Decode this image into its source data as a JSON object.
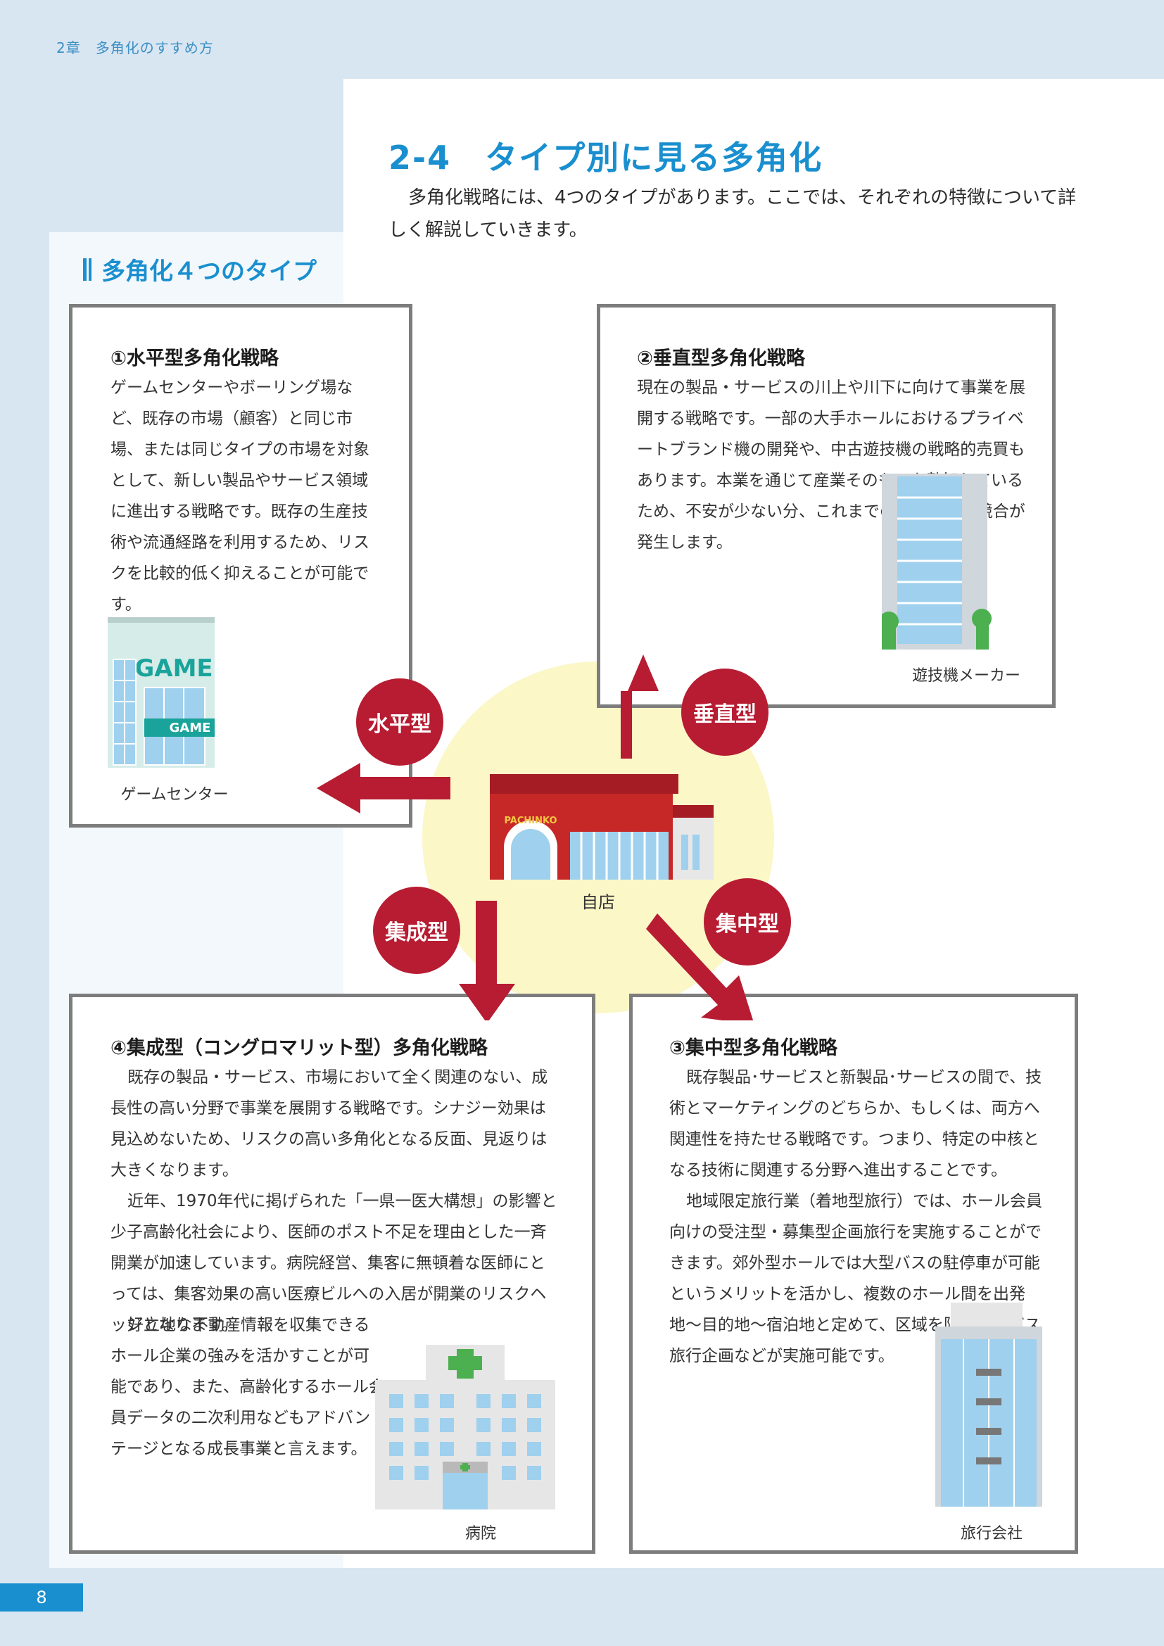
{
  "header": {
    "chapter": "2章　多角化のすすめ方"
  },
  "section": {
    "title": "2-4　タイプ別に見る多角化",
    "intro": "多角化戦略には、4つのタイプがあります。ここでは、それぞれの特徴について詳しく解説していきます。"
  },
  "subheading": "多角化４つのタイプ",
  "center": {
    "caption": "自店",
    "sign": "PACHINKO"
  },
  "badges": {
    "horizontal": "水平型",
    "vertical": "垂直型",
    "conglomerate": "集成型",
    "concentric": "集中型"
  },
  "box1": {
    "title": "①水平型多角化戦略",
    "body": "ゲームセンターやボーリング場など、既存の市場（顧客）と同じ市場、または同じタイプの市場を対象として、新しい製品やサービス領域に進出する戦略です。既存の生産技術や流通経路を利用するため、リスクを比較的低く抑えることが可能です。",
    "image_caption": "ゲームセンター",
    "sign_big": "GAME",
    "sign_small": "GAME"
  },
  "box2": {
    "title": "②垂直型多角化戦略",
    "body": "現在の製品・サービスの川上や川下に向けて事業を展開する戦略です。一部の大手ホールにおけるプライベートブランド機の開発や、中古遊技機の戦略的売買もあります。本業を通じて産業そのものを熟知しているため、不安が少ない分、これまでの仕入先との競合が発生します。",
    "image_caption": "遊技機メーカー"
  },
  "box3": {
    "title": "③集中型多角化戦略",
    "para1": "既存製品･サービスと新製品･サービスの間で、技術とマーケティングのどちらか、もしくは、両方へ関連性を持たせる戦略です。つまり、特定の中核となる技術に関連する分野へ進出することです。",
    "para2": "地域限定旅行業（着地型旅行）では、ホール会員向けの受注型・募集型企画旅行を実施することができます。郊外型ホールでは大型バスの駐停車が可能というメリットを活かし、複数のホール間を出発地〜目的地〜宿泊地と定めて、区域を限定したバス旅行企画などが実施可能です。",
    "image_caption": "旅行会社"
  },
  "box4": {
    "title": "④集成型（コングロマリット型）多角化戦略",
    "para1": "既存の製品・サービス、市場において全く関連のない、成長性の高い分野で事業を展開する戦略です。シナジー効果は見込めないため、リスクの高い多角化となる反面、見返りは大きくなります。",
    "para2": "近年、1970年代に掲げられた「一県一医大構想」の影響と少子高齢化社会により、医師のポスト不足を理由とした一斉開業が加速しています。病院経営、集客に無頓着な医師にとっては、集客効果の高い医療ビルへの入居が開業のリスクヘッジとなります。",
    "para3": "好立地な不動産情報を収集できるホール企業の強みを活かすことが可能であり、また、高齢化するホール会員データの二次利用などもアドバンテージとなる成長事業と言えます。",
    "image_caption": "病院"
  },
  "footer": {
    "page": "8"
  }
}
